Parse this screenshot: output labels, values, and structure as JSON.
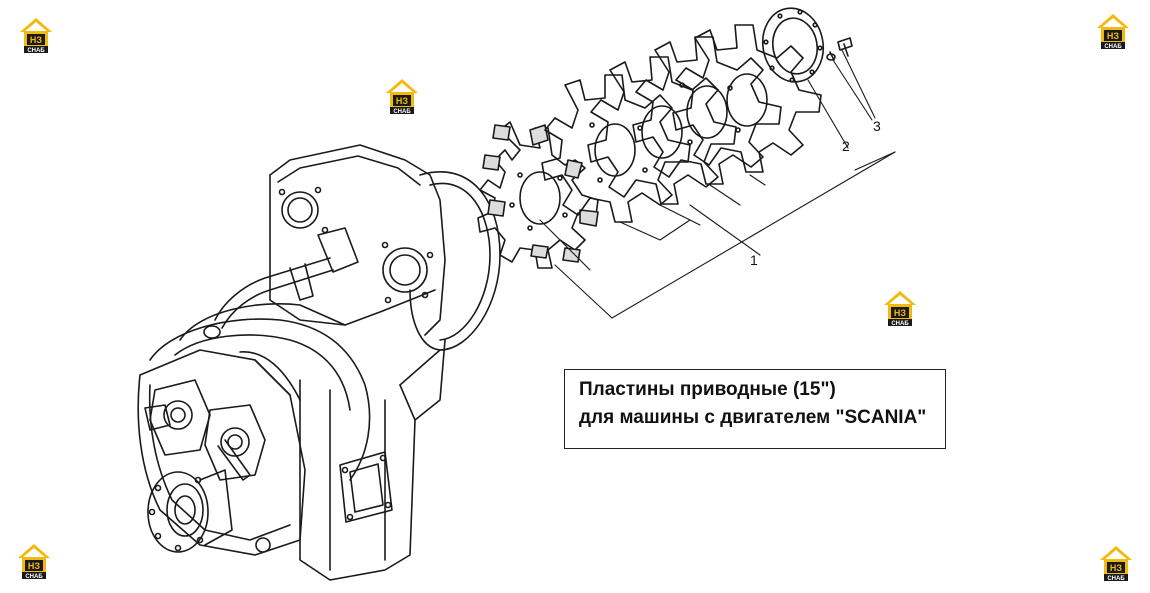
{
  "caption": {
    "line1": "Пластины приводные (15\")",
    "line2": "для машины с двигателем \"SCANIA\""
  },
  "callouts": [
    {
      "id": "callout-1",
      "label": "1"
    },
    {
      "id": "callout-2",
      "label": "2"
    },
    {
      "id": "callout-3",
      "label": "3"
    }
  ],
  "watermark": {
    "top_text": "НЗ",
    "bottom_text": "СНАБ",
    "roof_color": "#f2b90f",
    "dark_color": "#1a1a1a"
  },
  "colors": {
    "line": "#1a1a1a",
    "background": "#ffffff"
  }
}
